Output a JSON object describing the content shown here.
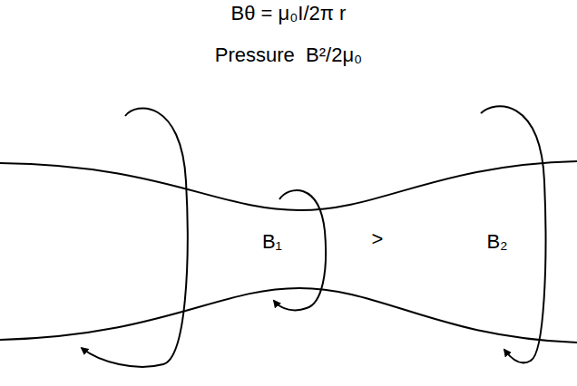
{
  "diagram": {
    "labels": [
      "Bθ = μ₀I/2π r",
      "Pressure  B²/2μ₀",
      "B₁",
      ">",
      "B₂"
    ]
  }
}
